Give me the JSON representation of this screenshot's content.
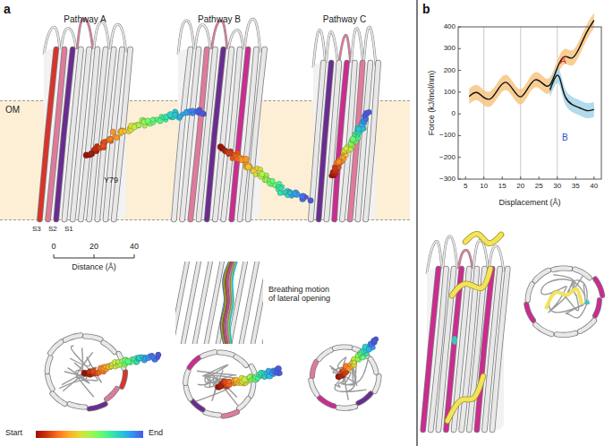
{
  "diagram": {
    "nodes": [
      {
        "text": [
          "OM"
        ]
      }
    ],
    "labels": [
      "a",
      "Pathway A",
      "Pathway B",
      "Pathway C",
      "Y79",
      "S3",
      "S2",
      "S1",
      "0",
      "20",
      "40",
      "Distance (Å)",
      "Breathing motion of lateral opening",
      "Start",
      "End",
      "b",
      "A",
      "B",
      "Force (kJ/mol/nm)",
      "Displacement (Å)",
      "400",
      "300",
      "200",
      "100",
      "0",
      "−100",
      "−200",
      "−300",
      "5",
      "10",
      "15",
      "20",
      "25",
      "30",
      "35",
      "40"
    ]
  }
}
